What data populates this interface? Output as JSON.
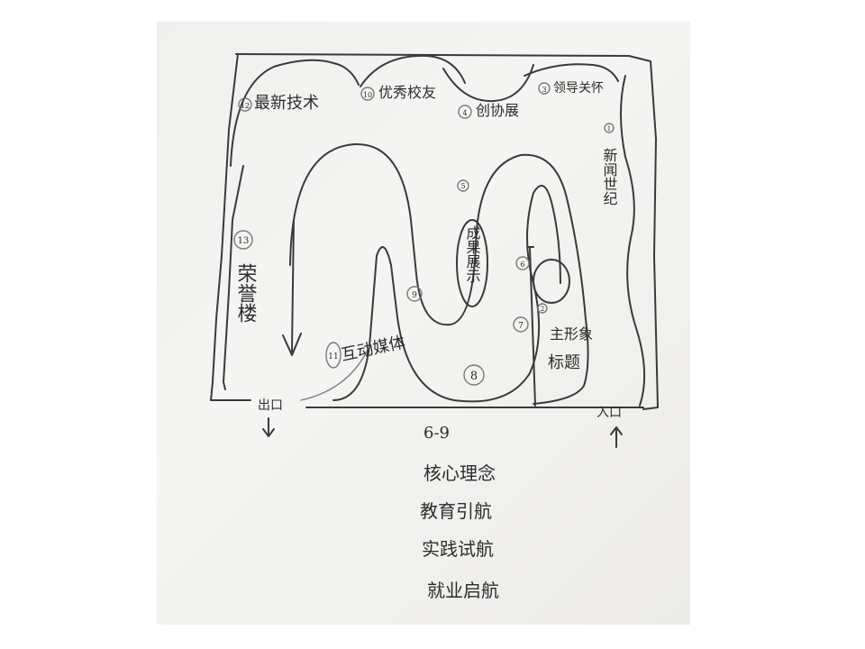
{
  "zones": {
    "z12": {
      "num": "12",
      "text": "最新技术"
    },
    "z10": {
      "num": "10",
      "text": "优秀校友"
    },
    "z4": {
      "num": "4",
      "text": "创协展"
    },
    "z3": {
      "num": "3",
      "text": "领导关怀"
    },
    "z1": {
      "num": "1",
      "text": "新闻世纪"
    },
    "z5": {
      "num": "5",
      "text": "成果展示"
    },
    "z13": {
      "num": "13",
      "text": "荣誉楼"
    },
    "z9": {
      "num": "9"
    },
    "z11": {
      "num": "11",
      "text": "互动媒体"
    },
    "z8": {
      "num": "8"
    },
    "z7": {
      "num": "7"
    },
    "z6": {
      "num": "6"
    },
    "z2": {
      "num": "2",
      "text": "主形象",
      "text2": "标题"
    }
  },
  "exit_label": "出口",
  "entrance_label": "入口",
  "range_label": "6-9",
  "notes": [
    "核心理念",
    "教育引航",
    "实践试航",
    "就业启航"
  ]
}
